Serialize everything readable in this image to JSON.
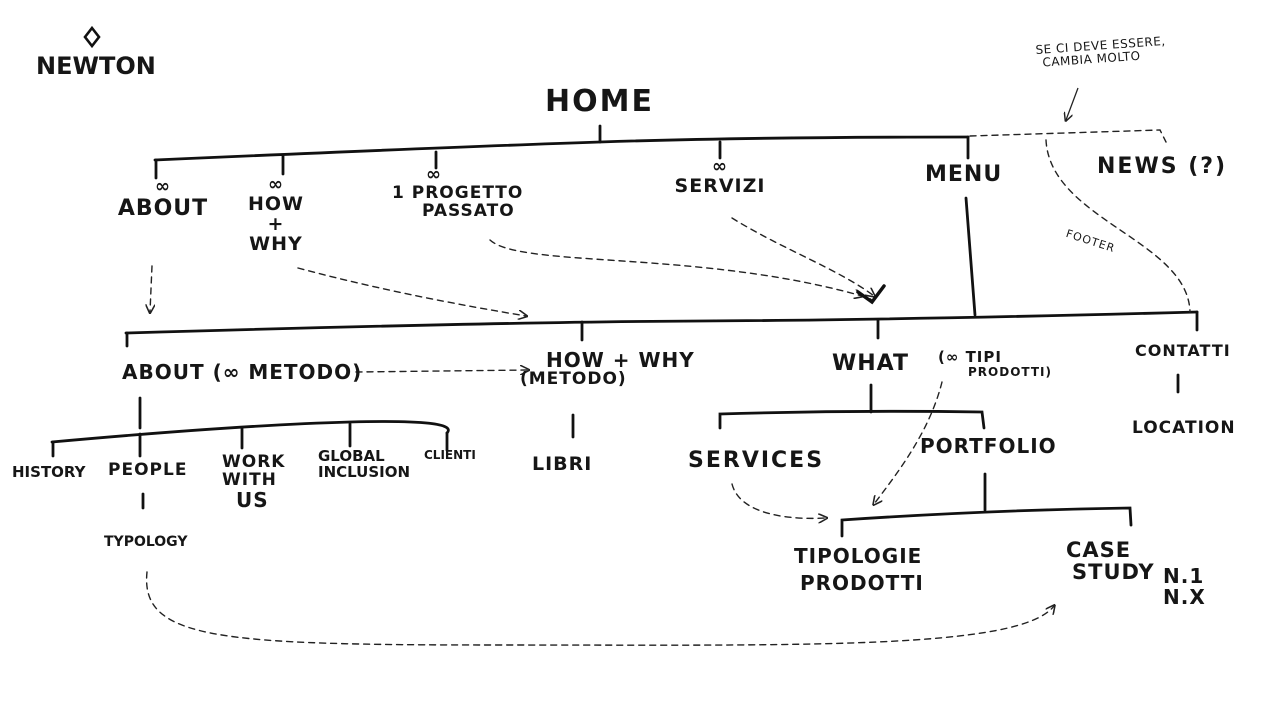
{
  "logo": "NEWTON",
  "home": "HOME",
  "level1": {
    "about": {
      "mark": "∞",
      "label": "ABOUT"
    },
    "how_why": {
      "mark": "∞",
      "line1": "HOW",
      "line2": "+",
      "line3": "WHY"
    },
    "progetto": {
      "mark": "∞",
      "line1": "1 PROGETTO",
      "line2": "PASSATO"
    },
    "servizi": {
      "mark": "∞",
      "label": "SERVIZI"
    },
    "menu": "MENU",
    "news": "NEWS (?)"
  },
  "notes": {
    "news_note_line1": "SE CI DEVE ESSERE,",
    "news_note_line2": "CAMBIA MOLTO",
    "footer": "FOOTER"
  },
  "level2": {
    "about": "ABOUT (∞ METODO)",
    "how_why_line1": "HOW + WHY",
    "how_why_line2": "(METODO)",
    "what": "WHAT",
    "what_note_line1": "(∞ TIPI",
    "what_note_line2": "PRODOTTI)",
    "contatti": "CONTATTI"
  },
  "about_children": {
    "history": "HISTORY",
    "people": "PEOPLE",
    "typology": "TYPOLOGY",
    "work_line1": "WORK",
    "work_line2": "WITH",
    "work_line3": "US",
    "global_line1": "GLOBAL",
    "global_line2": "INCLUSION",
    "clienti": "CLIENTI"
  },
  "how_children": {
    "libri": "LIBRI"
  },
  "what_children": {
    "services": "SERVICES",
    "portfolio": "PORTFOLIO",
    "tipologie_line1": "TIPOLOGIE",
    "tipologie_line2": "PRODOTTI",
    "case_line1": "CASE",
    "case_line2": "STUDY",
    "case_n1": "N.1",
    "case_nx": "N.X"
  },
  "contatti_children": {
    "location": "LOCATION"
  }
}
